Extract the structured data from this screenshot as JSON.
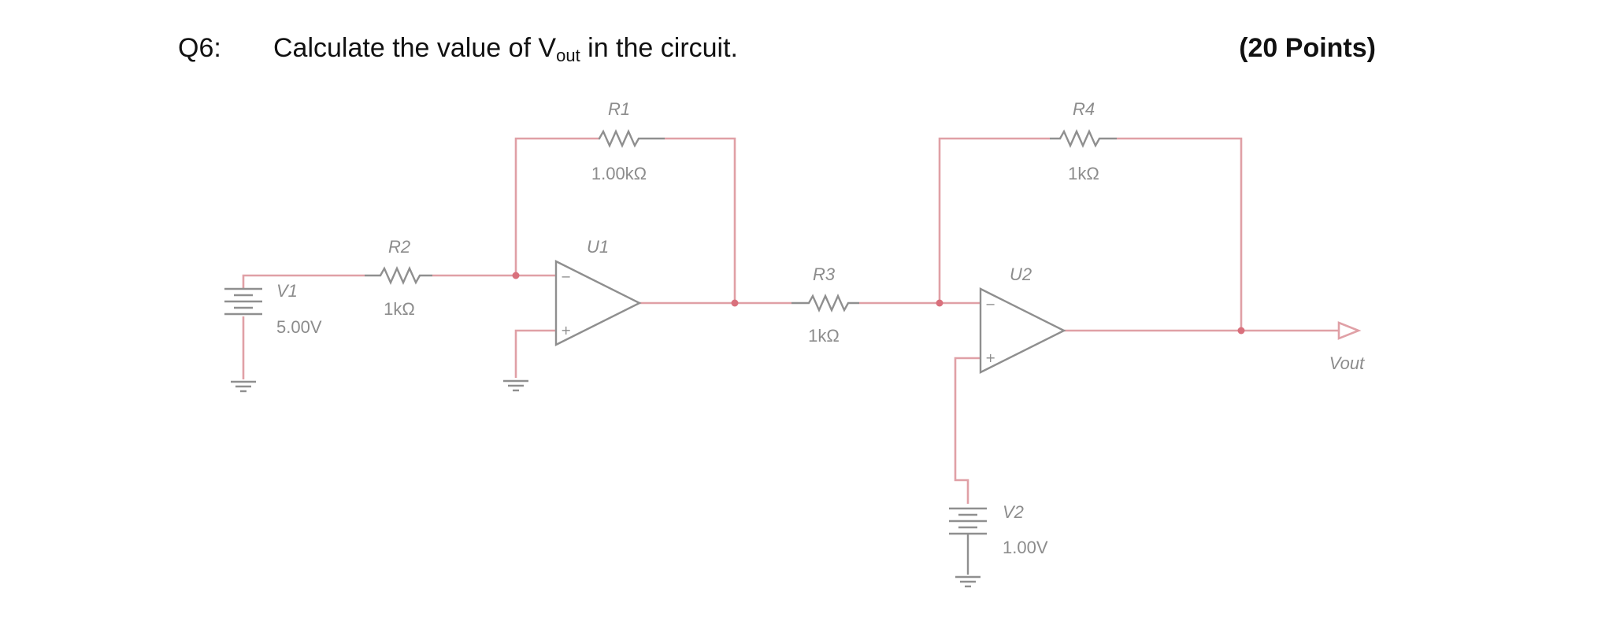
{
  "question": {
    "number": "Q6:",
    "text_before": "Calculate the value of V",
    "text_sub": "out",
    "text_after": " in the circuit.",
    "points": "(20 Points)"
  },
  "circuit": {
    "V1": {
      "name": "V1",
      "value": "5.00V"
    },
    "V2": {
      "name": "V2",
      "value": "1.00V"
    },
    "R1": {
      "name": "R1",
      "value": "1.00kΩ"
    },
    "R2": {
      "name": "R2",
      "value": "1kΩ"
    },
    "R3": {
      "name": "R3",
      "value": "1kΩ"
    },
    "R4": {
      "name": "R4",
      "value": "1kΩ"
    },
    "U1": {
      "name": "U1",
      "minus": "−",
      "plus": "+"
    },
    "U2": {
      "name": "U2",
      "minus": "−",
      "plus": "+"
    },
    "output_label": "Vout",
    "colors": {
      "wire": "#e0a0a6",
      "component": "#8f8f8f",
      "junction": "#d9707c"
    }
  }
}
